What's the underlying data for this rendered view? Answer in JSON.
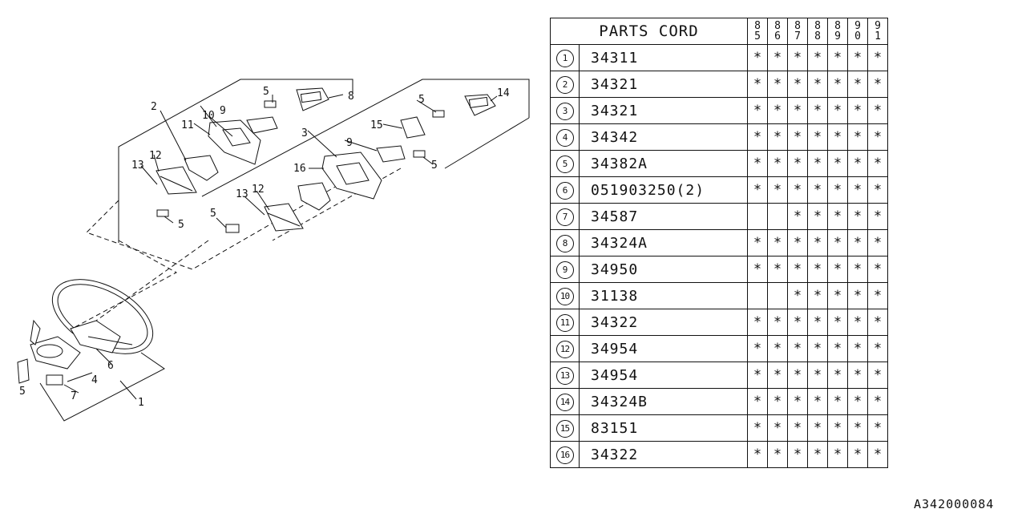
{
  "diagram": {
    "callouts": [
      "1",
      "2",
      "3",
      "4",
      "5",
      "6",
      "7",
      "8",
      "9",
      "10",
      "11",
      "12",
      "13",
      "14",
      "15",
      "16"
    ]
  },
  "table": {
    "header": "PARTS CORD",
    "years": [
      [
        "8",
        "5"
      ],
      [
        "8",
        "6"
      ],
      [
        "8",
        "7"
      ],
      [
        "8",
        "8"
      ],
      [
        "8",
        "9"
      ],
      [
        "9",
        "0"
      ],
      [
        "9",
        "1"
      ]
    ],
    "rows": [
      {
        "no": "1",
        "code": "34311",
        "marks": [
          "*",
          "*",
          "*",
          "*",
          "*",
          "*",
          "*"
        ]
      },
      {
        "no": "2",
        "code": "34321",
        "marks": [
          "*",
          "*",
          "*",
          "*",
          "*",
          "*",
          "*"
        ]
      },
      {
        "no": "3",
        "code": "34321",
        "marks": [
          "*",
          "*",
          "*",
          "*",
          "*",
          "*",
          "*"
        ]
      },
      {
        "no": "4",
        "code": "34342",
        "marks": [
          "*",
          "*",
          "*",
          "*",
          "*",
          "*",
          "*"
        ]
      },
      {
        "no": "5",
        "code": "34382A",
        "marks": [
          "*",
          "*",
          "*",
          "*",
          "*",
          "*",
          "*"
        ]
      },
      {
        "no": "6",
        "code": "051903250(2)",
        "marks": [
          "*",
          "*",
          "*",
          "*",
          "*",
          "*",
          "*"
        ]
      },
      {
        "no": "7",
        "code": "34587",
        "marks": [
          "",
          "",
          "*",
          "*",
          "*",
          "*",
          "*"
        ]
      },
      {
        "no": "8",
        "code": "34324A",
        "marks": [
          "*",
          "*",
          "*",
          "*",
          "*",
          "*",
          "*"
        ]
      },
      {
        "no": "9",
        "code": "34950",
        "marks": [
          "*",
          "*",
          "*",
          "*",
          "*",
          "*",
          "*"
        ]
      },
      {
        "no": "10",
        "code": "31138",
        "marks": [
          "",
          "",
          "*",
          "*",
          "*",
          "*",
          "*"
        ]
      },
      {
        "no": "11",
        "code": "34322",
        "marks": [
          "*",
          "*",
          "*",
          "*",
          "*",
          "*",
          "*"
        ]
      },
      {
        "no": "12",
        "code": "34954",
        "marks": [
          "*",
          "*",
          "*",
          "*",
          "*",
          "*",
          "*"
        ]
      },
      {
        "no": "13",
        "code": "34954",
        "marks": [
          "*",
          "*",
          "*",
          "*",
          "*",
          "*",
          "*"
        ]
      },
      {
        "no": "14",
        "code": "34324B",
        "marks": [
          "*",
          "*",
          "*",
          "*",
          "*",
          "*",
          "*"
        ]
      },
      {
        "no": "15",
        "code": "83151",
        "marks": [
          "*",
          "*",
          "*",
          "*",
          "*",
          "*",
          "*"
        ]
      },
      {
        "no": "16",
        "code": "34322",
        "marks": [
          "*",
          "*",
          "*",
          "*",
          "*",
          "*",
          "*"
        ]
      }
    ]
  },
  "doc_id": "A342000084"
}
